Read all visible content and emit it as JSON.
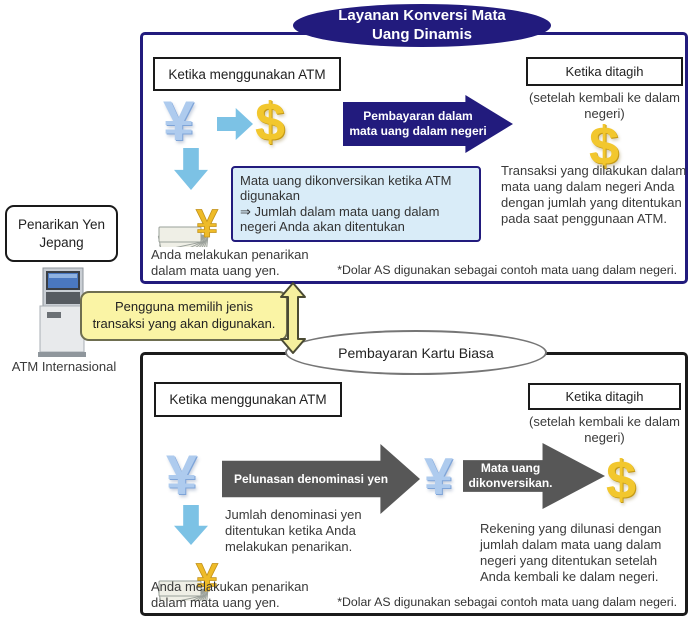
{
  "banner": {
    "title": "Layanan Konversi Mata Uang Dinamis"
  },
  "left_column": {
    "withdrawal_label": "Penarikan Yen Jepang",
    "atm_caption": "ATM Internasional"
  },
  "selector": {
    "label": "Pengguna memilih jenis transaksi yang akan digunakan."
  },
  "dcc": {
    "atm_box_label": "Ketika menggunakan ATM",
    "payment_arrow_label": "Pembayaran dalam mata uang dalam negeri",
    "billed_box_label": "Ketika ditagih",
    "billed_sub": "(setelah kembali ke dalam negeri)",
    "info_line1": "Mata uang dikonversikan ketika ATM digunakan",
    "info_line2": "⇒ Jumlah dalam mata uang dalam negeri Anda akan ditentukan",
    "billed_text": "Transaksi yang dilakukan dalam mata uang dalam negeri Anda dengan jumlah yang ditentukan pada saat penggunaan ATM.",
    "withdraw_note": "Anda melakukan penarikan dalam mata uang yen.",
    "footnote": "*Dolar AS digunakan sebagai contoh mata uang dalam negeri."
  },
  "regular": {
    "title": "Pembayaran Kartu Biasa",
    "atm_box_label": "Ketika menggunakan ATM",
    "billed_box_label": "Ketika ditagih",
    "billed_sub": "(setelah kembali ke dalam negeri)",
    "arrow1_label": "Pelunasan denominasi yen",
    "arrow2_label": "Mata uang dikonversikan.",
    "denom_note": "Jumlah denominasi yen ditentukan ketika Anda melakukan penarikan.",
    "billed_text": "Rekening yang dilunasi dengan jumlah dalam mata uang dalam negeri yang ditentukan setelah Anda kembali ke dalam negeri.",
    "withdraw_note": "Anda melakukan penarikan dalam mata uang yen.",
    "footnote": "*Dolar AS digunakan sebagai contoh mata uang dalam negeri."
  },
  "icons": {
    "yen_glyph": "¥",
    "dollar_glyph": "$"
  },
  "colors": {
    "navy": "#221b7d",
    "light_blue": "#7cc2e5",
    "info_box_bg": "#d9ecf8",
    "selector_bg": "#faf4a5",
    "gray_arrow": "#575757",
    "gold": "#f0c52f"
  }
}
